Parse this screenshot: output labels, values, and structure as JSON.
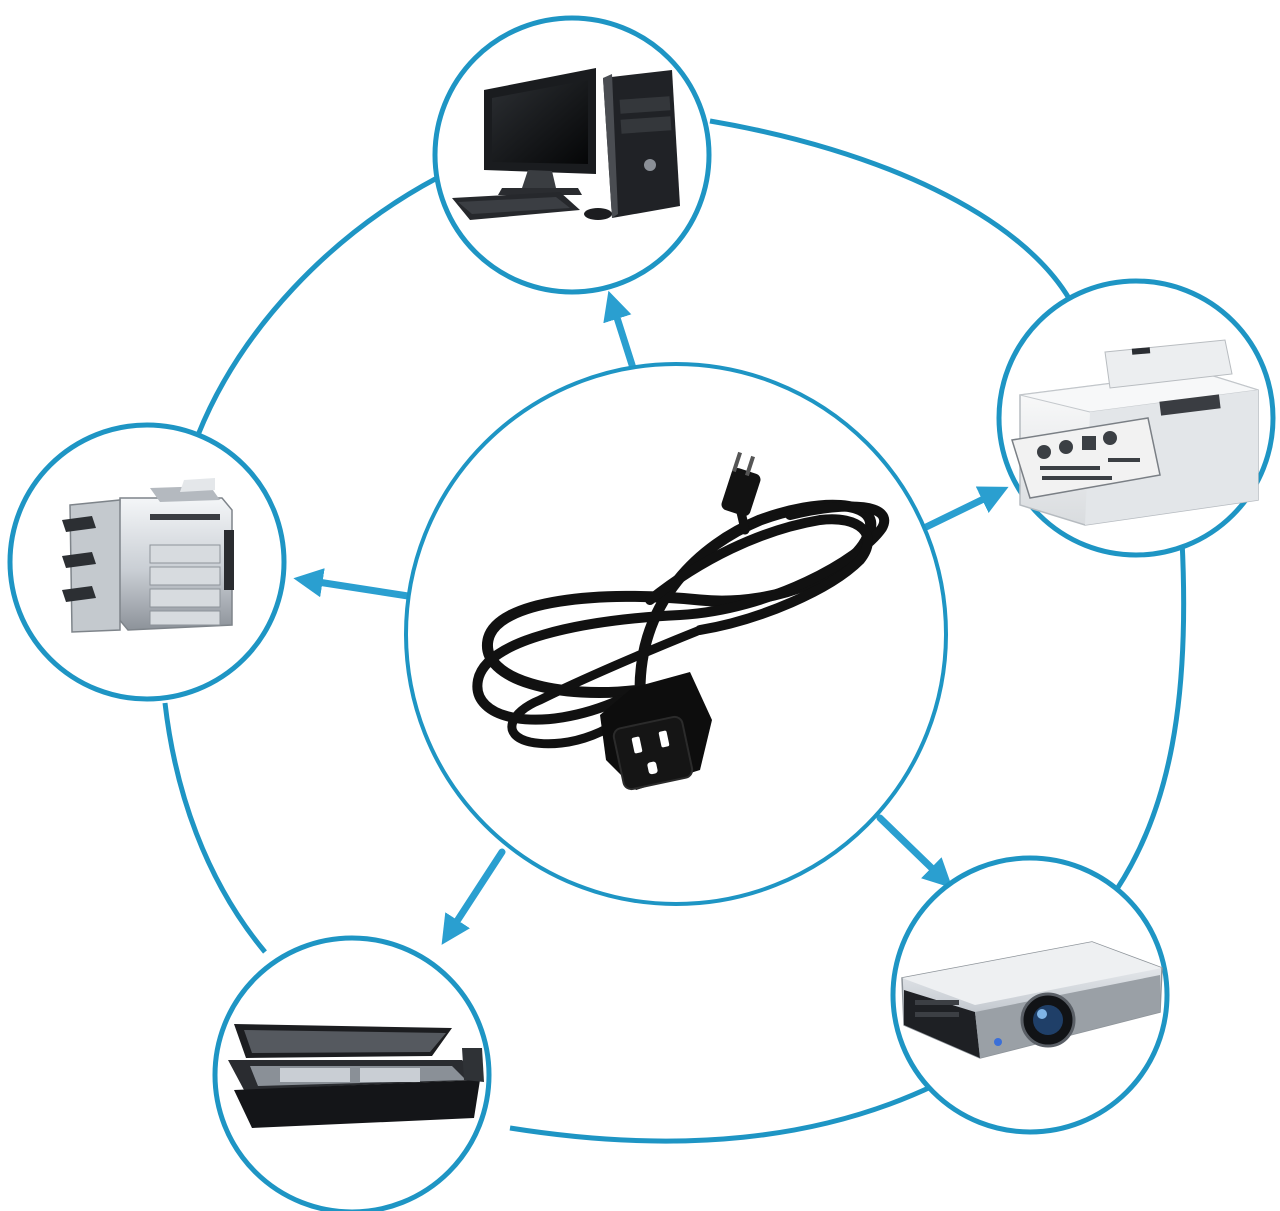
{
  "diagram": {
    "accent_color": "#1e95c4",
    "arrow_color": "#2a9fd0",
    "hub": {
      "name": "power-cord",
      "icon": "power-cord-icon"
    },
    "devices": [
      {
        "name": "desktop-computer",
        "icon": "desktop-computer-icon"
      },
      {
        "name": "laser-printer",
        "icon": "laser-printer-icon"
      },
      {
        "name": "projector",
        "icon": "projector-icon"
      },
      {
        "name": "flatbed-scanner",
        "icon": "flatbed-scanner-icon"
      },
      {
        "name": "office-copier",
        "icon": "office-copier-icon"
      }
    ]
  }
}
